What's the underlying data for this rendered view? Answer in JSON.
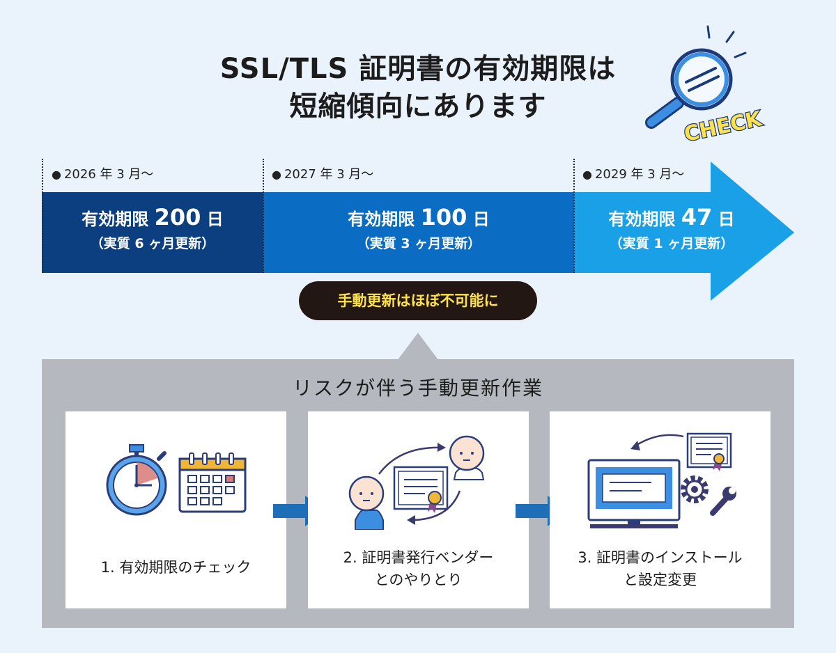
{
  "title": {
    "line1": "SSL/TLS 証明書の有効期限は",
    "line2": "短縮傾向にあります"
  },
  "check_badge": {
    "text": "CHECK",
    "icon": "magnifier-icon"
  },
  "timeline": [
    {
      "date": "2026 年 3 月～",
      "main_prefix": "有効期限 ",
      "days": "200",
      "unit": " 日",
      "sub": "（実質 6 ヶ月更新）",
      "color": "#0b3f80"
    },
    {
      "date": "2027 年 3 月～",
      "main_prefix": "有効期限 ",
      "days": "100",
      "unit": " 日",
      "sub": "（実質 3 ヶ月更新）",
      "color": "#0a6cc2"
    },
    {
      "date": "2029 年 3 月～",
      "main_prefix": "有効期限 ",
      "days": "47",
      "unit": " 日",
      "sub": "（実質 1 ヶ月更新）",
      "color": "#1aa0e6"
    }
  ],
  "callout": "手動更新はほぼ不可能に",
  "risk": {
    "title": "リスクが伴う手動更新作業",
    "steps": [
      {
        "line1": "1. 有効期限のチェック",
        "line2": "",
        "icons": [
          "stopwatch-icon",
          "calendar-icon"
        ]
      },
      {
        "line1": "2. 証明書発行ベンダー",
        "line2": "とのやりとり",
        "icons": [
          "person-icon",
          "certificate-icon",
          "person-icon"
        ]
      },
      {
        "line1": "3. 証明書のインストール",
        "line2": "と設定変更",
        "icons": [
          "monitor-icon",
          "certificate-icon",
          "gear-icon",
          "wrench-icon"
        ]
      }
    ]
  },
  "colors": {
    "band1": "#0b3f80",
    "band2": "#0a6cc2",
    "band3": "#1aa0e6",
    "panel": "#b5b9bf",
    "callout_bg": "#231714",
    "callout_text": "#ffe24a",
    "step_arrow": "#1f6fb8",
    "icon_stroke": "#3a3a6e"
  }
}
